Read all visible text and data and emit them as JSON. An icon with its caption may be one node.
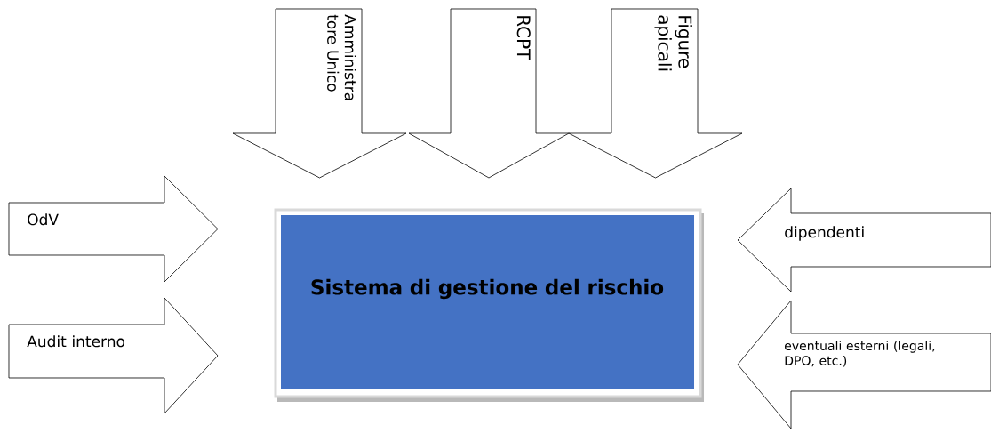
{
  "diagram": {
    "nodes": [
      {
        "text": [
          "Amministra tore Unico"
        ]
      },
      {
        "text": [
          "RCPT"
        ]
      },
      {
        "text": [
          "Figure apicali"
        ]
      },
      {
        "text": [
          "OdV"
        ]
      },
      {
        "text": [
          "Sistema di gestione del rischio"
        ]
      },
      {
        "text": [
          "dipendenti"
        ]
      },
      {
        "text": [
          "Audit interno"
        ]
      },
      {
        "text": [
          "eventuali esterni (legali, DPO, etc.)"
        ]
      }
    ]
  }
}
